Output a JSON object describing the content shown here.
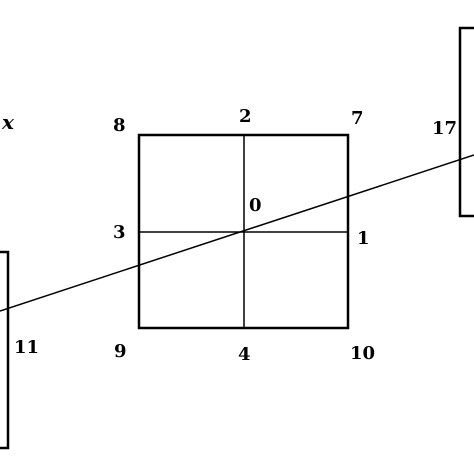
{
  "axis_label": "x",
  "colors": {
    "stroke": "#000000",
    "background": "#ffffff"
  },
  "center_cell": {
    "center": "0",
    "right_mid": "1",
    "top_mid": "2",
    "left_mid": "3",
    "bottom_mid": "4",
    "top_right": "7",
    "top_left": "8",
    "bottom_left": "9",
    "bottom_right": "10"
  },
  "left_cell": {
    "right_mid": "11"
  },
  "right_cell": {
    "left_mid": "17"
  }
}
